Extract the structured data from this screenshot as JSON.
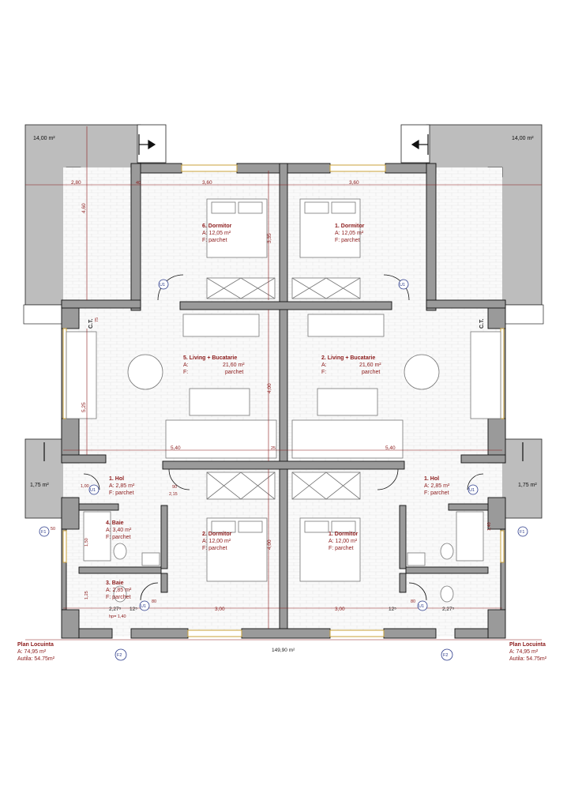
{
  "rooms": {
    "r6": {
      "name": "6. Dormitor",
      "area": "A:  12,05 m²",
      "floor": "F:    parchet"
    },
    "r1top": {
      "name": "1. Dormitor",
      "area": "A:  12,05 m²",
      "floor": "F:    parchet"
    },
    "r5": {
      "name": "5. Living + Bucatarie",
      "area_label": "A:",
      "area_value": "21,60 m²",
      "floor_label": "F:",
      "floor_value": "parchet"
    },
    "r2": {
      "name": "2. Living + Bucatarie",
      "area_label": "A:",
      "area_value": "21,60 m²",
      "floor_label": "F:",
      "floor_value": "parchet"
    },
    "holL": {
      "name": "1. Hol",
      "area": "A: 2,85 m²",
      "floor": "F: parchet"
    },
    "holR": {
      "name": "1. Hol",
      "area": "A: 2,85 m²",
      "floor": "F: parchet"
    },
    "dormBL": {
      "name": "2. Dormitor",
      "area": "A:  12,00 m²",
      "floor": "F:    parchet"
    },
    "dormBR": {
      "name": "1. Dormitor",
      "area": "A:  12,00 m²",
      "floor": "F:    parchet"
    },
    "baie4": {
      "name": "4. Baie",
      "area": "A: 3,40 m²",
      "floor": "F: parchet"
    },
    "baie3": {
      "name": "3. Baie",
      "area": "A: 2,85 m²",
      "floor": "F: parchet"
    }
  },
  "areas": {
    "terrace_left": "14,00 m²",
    "terrace_right": "14,00 m²",
    "porch_left": "1,75 m²",
    "porch_right": "1,75 m²"
  },
  "dims": {
    "d280": "2,80",
    "d360a": "3,60",
    "d360b": "3,60",
    "d460": "4,60",
    "d335": "3,35",
    "d400a": "4,00",
    "d400b": "4,00",
    "d525": "5,25",
    "d540a": "5,40",
    "d540b": "5,40",
    "d300a": "3,00",
    "d300b": "3,00",
    "d227a": "2,27⁵",
    "d227b": "2,27⁵",
    "d125": "1,25",
    "d150": "1,50",
    "d140": "1,40",
    "d12": "12⁵",
    "d12b": "12⁵",
    "d80a": "80",
    "d80b": "80",
    "d40": "40",
    "d25": "25",
    "total": "149,90 m²",
    "door_90": "90",
    "door_215": "2,15",
    "door_75": "75",
    "door_100": "1,00",
    "door_50": "50",
    "hp": "hp= 1,40"
  },
  "labels": {
    "ct": "C.T.",
    "u1": "U1",
    "f1": "F1",
    "f2": "F2"
  },
  "info_left": {
    "title": "Plan Locuinta",
    "line1": "A:    74,95 m²",
    "line2": "Autila: 54.75m²"
  },
  "info_right": {
    "title": "Plan Locuinta",
    "line1": "A:    74,95 m²",
    "line2": "Autila: 54.75m²"
  },
  "colors": {
    "wall": "#9a9a9a",
    "wall_stroke": "#111111",
    "terrace": "#bfbfbf",
    "dimension": "#8b1a1a",
    "tag": "#2a3a8a",
    "window": "#e8c46a"
  }
}
